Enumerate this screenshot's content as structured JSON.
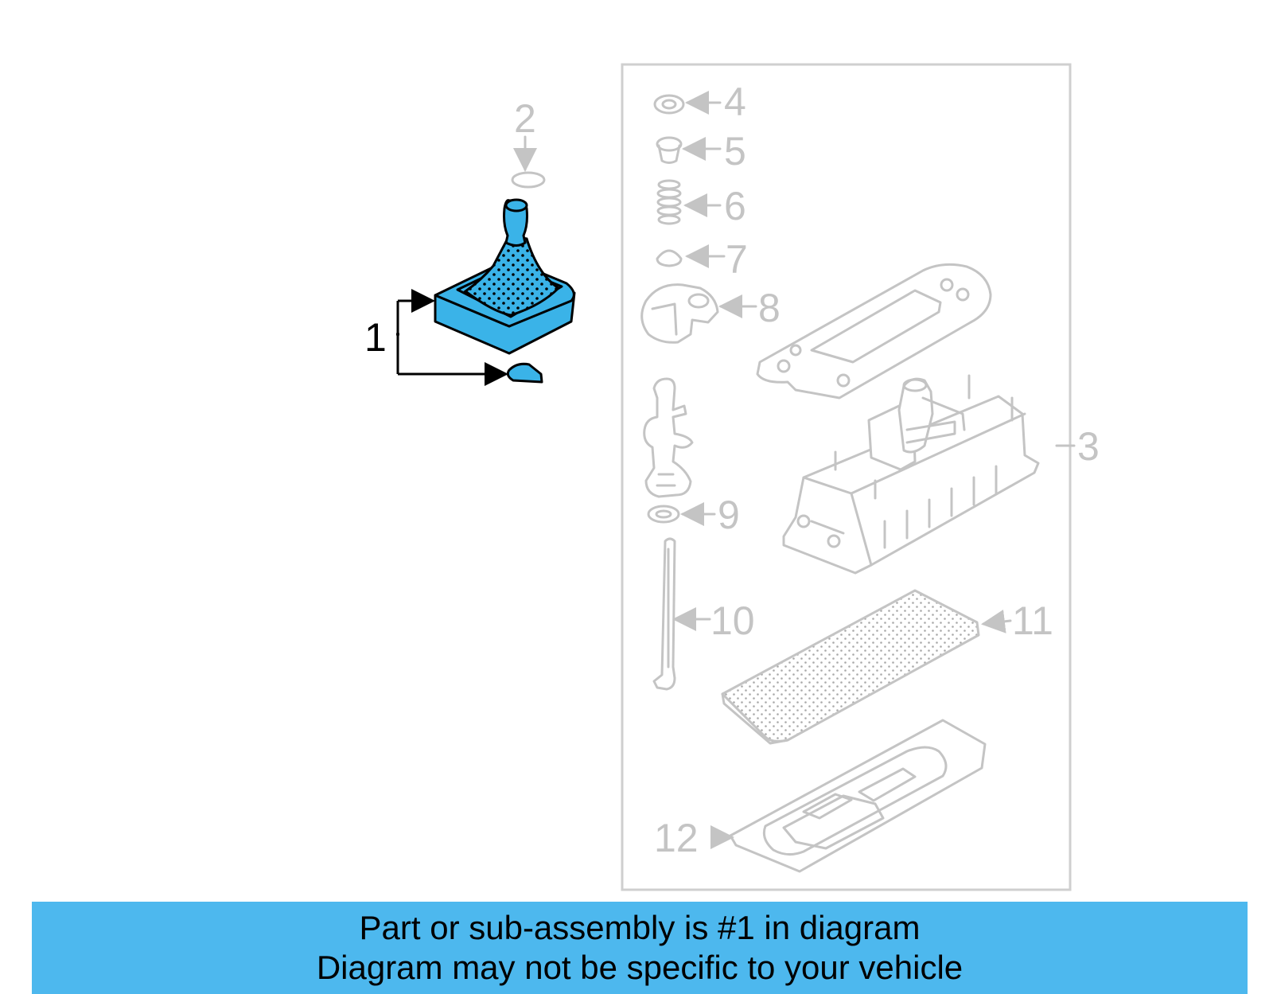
{
  "colors": {
    "highlight": "#3ab3e8",
    "banner": "#4db8ee",
    "ghost": "#c4c4c4"
  },
  "callouts": {
    "c1": "1",
    "c2": "2",
    "c3": "3",
    "c4": "4",
    "c5": "5",
    "c6": "6",
    "c7": "7",
    "c8": "8",
    "c9": "9",
    "c10": "10",
    "c11": "11",
    "c12": "12"
  },
  "banner": {
    "line1": "Part or sub-assembly is #1 in diagram",
    "line2": "Diagram may not be specific to your vehicle"
  }
}
